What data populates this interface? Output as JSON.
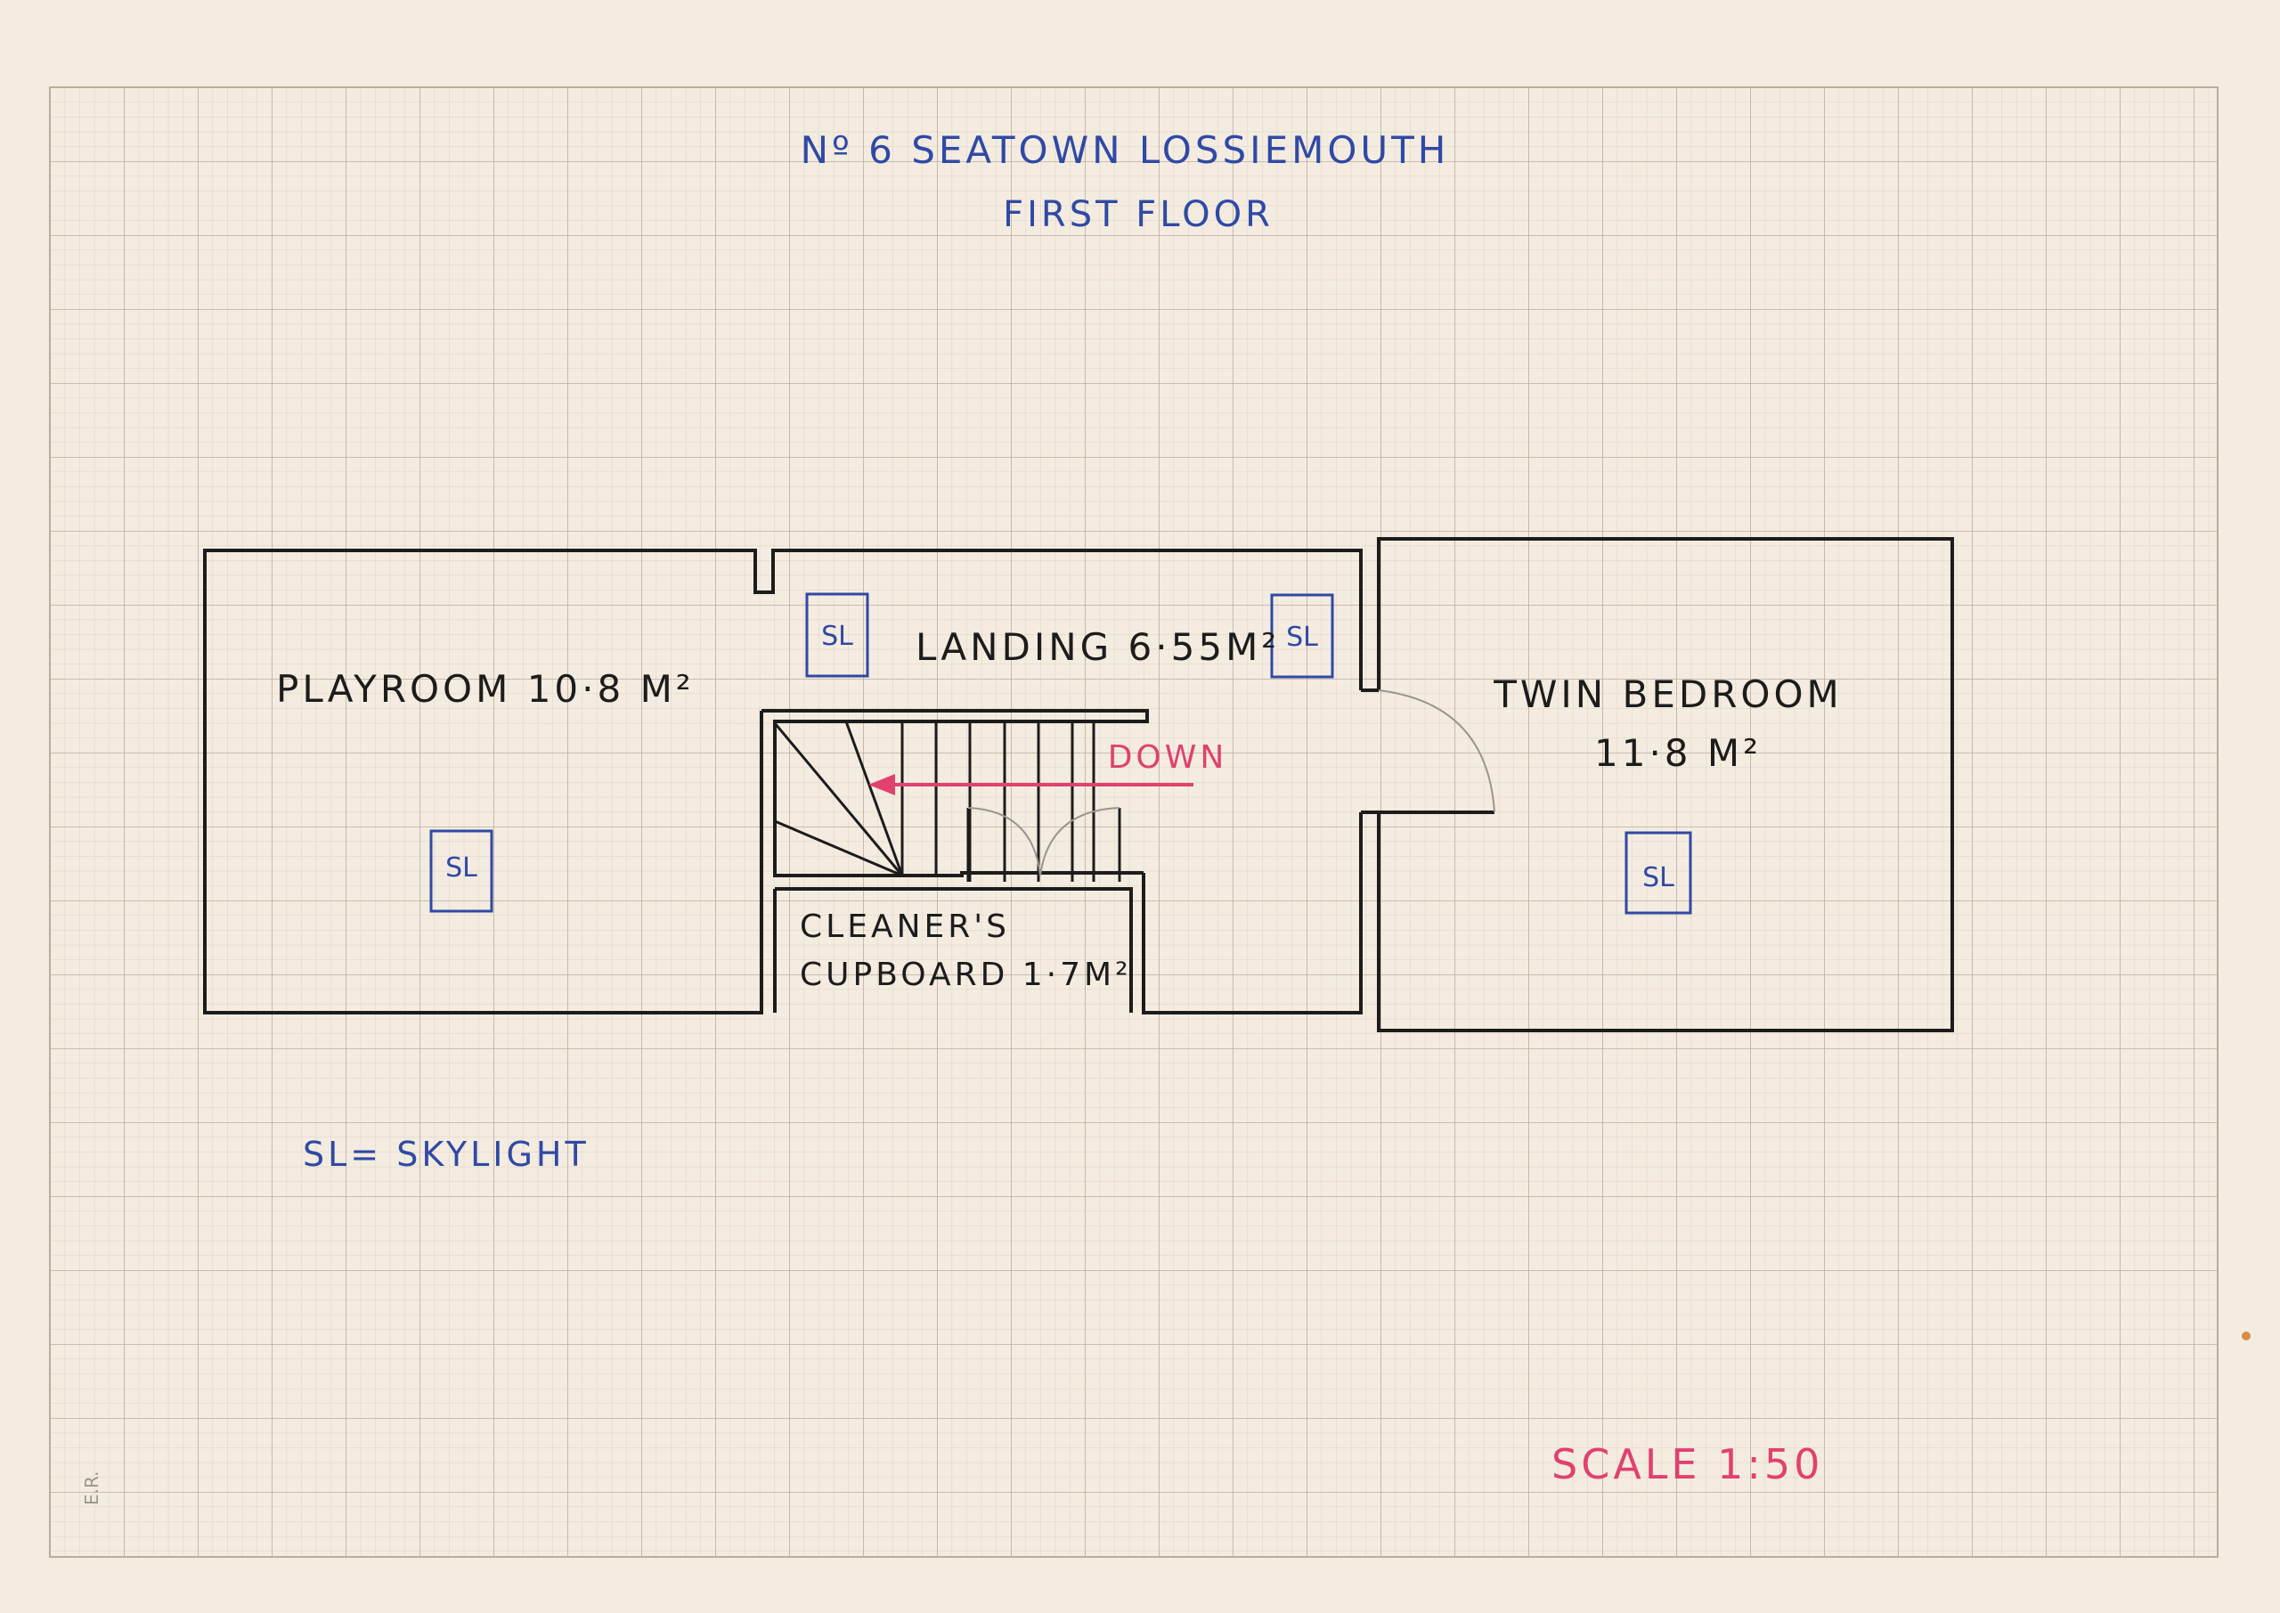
{
  "title": {
    "line1": "Nº 6 SEATOWN   LOSSIEMOUTH",
    "line2": "FIRST FLOOR"
  },
  "rooms": {
    "playroom": "PLAYROOM 10·8 M²",
    "landing": "LANDING 6·55M²",
    "twin_bedroom_line1": "TWIN BEDROOM",
    "twin_bedroom_line2": "11·8 M²",
    "cupboard_line1": "CLEANER'S",
    "cupboard_line2": "CUPBOARD 1·7M²"
  },
  "skylight_label": "SL",
  "stairs_label": "DOWN",
  "legend": "SL= SKYLIGHT",
  "scale": "SCALE  1:50",
  "initials": "E.R.",
  "colors": {
    "paper": "#f4ece0",
    "grid_minor": "#d9cfc2",
    "grid_major": "#b8ac9d",
    "walls": "#1c1c1c",
    "blue_ink": "#2f49a5",
    "pink_ink": "#e0416e"
  }
}
